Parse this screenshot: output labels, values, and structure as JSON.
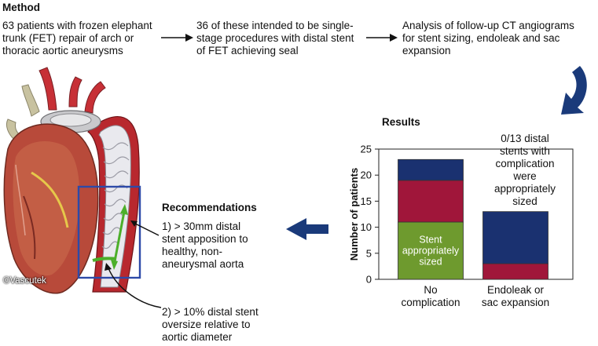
{
  "method": {
    "heading": "Method",
    "step1": "63 patients with frozen elephant\ntrunk (FET) repair of arch or\nthoracic aortic aneurysms",
    "step2": "36 of these intended to be single-\nstage procedures with distal stent\nof FET achieving seal",
    "step3": "Analysis of follow-up CT angiograms\nfor stent sizing, endoleak and sac\nexpansion"
  },
  "illustration": {
    "credit": "©Vascutek"
  },
  "recommendations": {
    "heading": "Recommendations",
    "item1": "1) > 30mm distal\nstent apposition to\nhealthy, non-\naneurysmal aorta",
    "item2": "2) > 10% distal stent\noversize relative to\naortic diameter"
  },
  "results": {
    "heading": "Results",
    "annotation": "0/13 distal\nstents with\ncomplication\nwere\nappropriately\nsized"
  },
  "colors": {
    "navy": "#1a3170",
    "crimson": "#a0163a",
    "green": "#6e9a2e",
    "arrow_blue": "#1a3a7a"
  },
  "chart_data": {
    "type": "bar",
    "stacked": true,
    "categories": [
      "No\ncomplication",
      "Endoleak or\nsac expansion"
    ],
    "segment_label": "Stent\nappropriately\nsized",
    "stacks": [
      [
        {
          "value": 11,
          "color": "#6e9a2e"
        },
        {
          "value": 8,
          "color": "#a0163a"
        },
        {
          "value": 4,
          "color": "#1a3170"
        }
      ],
      [
        {
          "value": 0,
          "color": "#6e9a2e"
        },
        {
          "value": 3,
          "color": "#a0163a"
        },
        {
          "value": 10,
          "color": "#1a3170"
        }
      ]
    ],
    "ylabel": "Number of patients",
    "ylim": [
      0,
      25
    ],
    "yticks": [
      0,
      5,
      10,
      15,
      20,
      25
    ]
  }
}
